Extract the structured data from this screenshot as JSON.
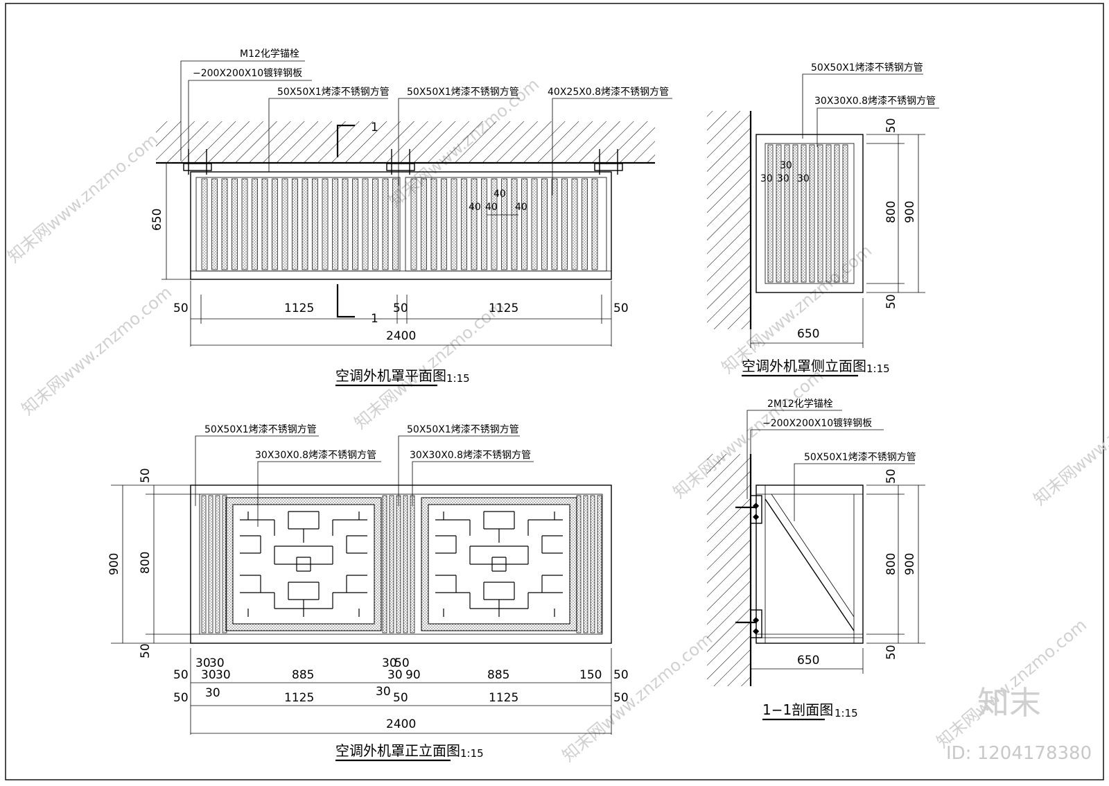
{
  "plan": {
    "notes": {
      "anchor": "M12化学锚栓",
      "plate": "−200X200X10镀锌钢板",
      "tube1": "50X50X1烤漆不锈钢方管",
      "tube2": "50X50X1烤漆不锈钢方管",
      "tube3": "40X25X0.8烤漆不锈钢方管"
    },
    "section_mark": "1",
    "section_mark_b": "1",
    "dims": {
      "height": "650",
      "left_end": "50",
      "bay1": "1125",
      "mid": "50",
      "bay2": "1125",
      "right_end": "50",
      "total": "2400",
      "slat_a": "40",
      "slat_b": "40",
      "slat_c": "40",
      "slat_d": "40"
    },
    "title": "空调外机罩平面图",
    "scale": "1:15"
  },
  "side": {
    "notes": {
      "tube1": "50X50X1烤漆不锈钢方管",
      "tube2": "30X30X0.8烤漆不锈钢方管"
    },
    "dims": {
      "top": "50",
      "inner": "800",
      "overall": "900",
      "bottom": "50",
      "width": "650",
      "slat_a": "30",
      "slat_b": "30",
      "slat_c": "30",
      "slat_d": "30"
    },
    "title": "空调外机罩侧立面图",
    "scale": "1:15"
  },
  "front": {
    "notes": {
      "tube1": "50X50X1烤漆不锈钢方管",
      "tube2": "50X50X1烤漆不锈钢方管",
      "tube3": "30X30X0.8烤漆不锈钢方管",
      "tube4": "30X30X0.8烤漆不锈钢方管"
    },
    "dims": {
      "overall": "900",
      "inner": "800",
      "top": "50",
      "bottom": "50",
      "r1_a": "30",
      "r1_b": "30",
      "r1_c": "30",
      "r1_d": "50",
      "r2_a": "50",
      "r2_b": "30",
      "r2_c": "30",
      "r2_d": "885",
      "r2_e": "30",
      "r2_f": "90",
      "r2_g": "885",
      "r2_h": "150",
      "r2_i": "50",
      "r3_a": "30",
      "r3_b": "30",
      "r4_a": "50",
      "r4_b": "1125",
      "r4_c": "50",
      "r4_d": "1125",
      "r4_e": "50",
      "total": "2400"
    },
    "title": "空调外机罩正立面图",
    "scale": "1:15"
  },
  "section": {
    "notes": {
      "anchor": "2M12化学锚栓",
      "plate": "−200X200X10镀锌钢板",
      "tube": "50X50X1烤漆不锈钢方管"
    },
    "dims": {
      "top": "50",
      "inner": "800",
      "overall": "900",
      "bottom": "50",
      "width": "650"
    },
    "title": "1−1剖面图",
    "scale": "1:15"
  },
  "watermark": {
    "text": "知末网www.znzmo.com",
    "brand": "知末",
    "id": "ID: 1204178380"
  }
}
